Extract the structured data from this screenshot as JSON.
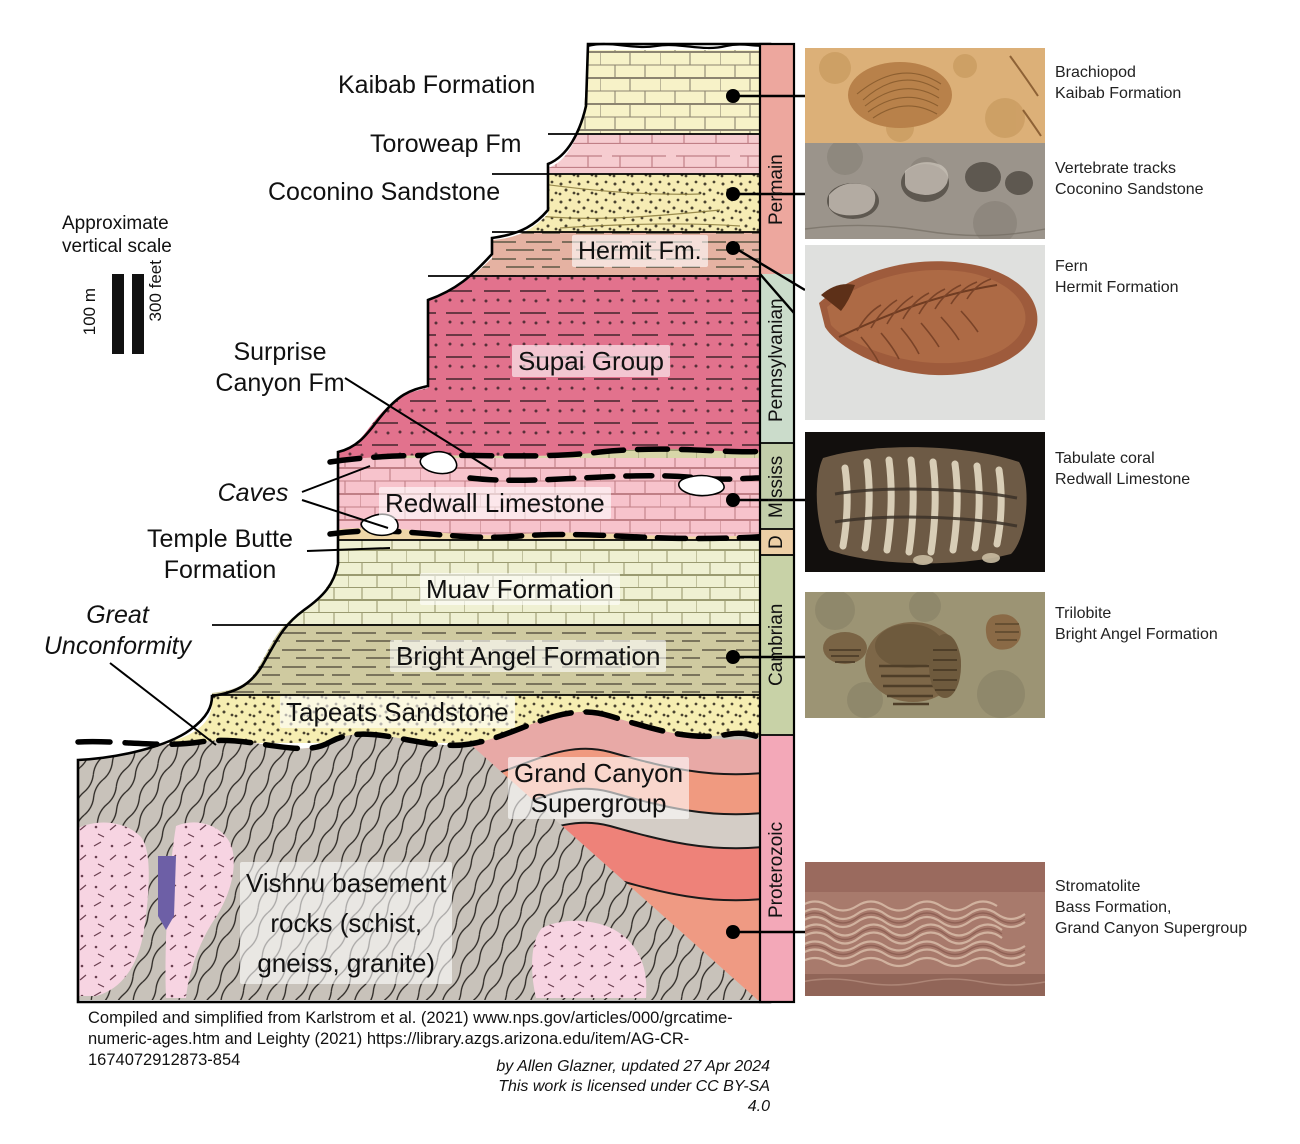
{
  "scale_bar": {
    "caption_line1": "Approximate",
    "caption_line2": "vertical scale",
    "metric_label": "100 m",
    "imperial_label": "300 feet"
  },
  "units": [
    {
      "id": "kaibab",
      "label": "Kaibab Formation",
      "lithology": "limestone",
      "color": "#f7f2c8"
    },
    {
      "id": "toroweap",
      "label": "Toroweap Fm",
      "lithology": "limestone",
      "color": "#f6ccd0"
    },
    {
      "id": "coconino",
      "label": "Coconino Sandstone",
      "lithology": "crossbed-sand",
      "color": "#f6ecb4"
    },
    {
      "id": "hermit",
      "label": "Hermit Fm.",
      "lithology": "shale",
      "color": "#e5b2a2"
    },
    {
      "id": "supai",
      "label": "Supai Group",
      "lithology": "sandy-shale",
      "color": "#e2728d"
    },
    {
      "id": "surprise",
      "label": "Surprise Canyon Fm",
      "lithology": "lens",
      "color": "#d8d6a8"
    },
    {
      "id": "redwall",
      "label": "Redwall Limestone",
      "lithology": "limestone",
      "color": "#f7c3cc"
    },
    {
      "id": "templebutte",
      "label": "Temple Butte Formation",
      "lithology": "lens",
      "color": "#efd7a8"
    },
    {
      "id": "muav",
      "label": "Muav Formation",
      "lithology": "limestone",
      "color": "#eff0d2"
    },
    {
      "id": "brightangel",
      "label": "Bright Angel Formation",
      "lithology": "shale",
      "color": "#cfcaa0"
    },
    {
      "id": "tapeats",
      "label": "Tapeats Sandstone",
      "lithology": "sandstone",
      "color": "#f6eeb2"
    },
    {
      "id": "supergroup",
      "label": "Grand Canyon Supergroup",
      "lithology": "tilted-beds",
      "color": "#ef8f7c"
    },
    {
      "id": "vishnu",
      "label": "Vishnu basement rocks (schist, gneiss, granite)",
      "lithology": "metamorphic",
      "color": "#c8c2ba"
    }
  ],
  "unit_label_lines": {
    "vishnu": [
      "Vishnu basement",
      "rocks (schist,",
      "gneiss, granite)"
    ],
    "supergroup": [
      "Grand Canyon",
      "Supergroup"
    ],
    "surprise": [
      "Surprise",
      "Canyon Fm"
    ],
    "templebutte": [
      "Temple Butte",
      "Formation"
    ],
    "great_unconformity": [
      "Great",
      "Unconformity"
    ]
  },
  "annotations": [
    {
      "id": "surprise-canyon",
      "text": "Surprise Canyon Fm",
      "style": "normal"
    },
    {
      "id": "caves",
      "text": "Caves",
      "style": "italic"
    },
    {
      "id": "temple-butte",
      "text": "Temple Butte Formation",
      "style": "normal"
    },
    {
      "id": "great-unconformity",
      "text": "Great Unconformity",
      "style": "italic"
    }
  ],
  "periods": [
    {
      "id": "permian",
      "label": "Permain",
      "color": "#eda79e"
    },
    {
      "id": "pennsylvanian",
      "label": "Pennsylvanian",
      "color": "#cbdccb"
    },
    {
      "id": "mississippian",
      "label": "Mississ",
      "color": "#c3ceaa"
    },
    {
      "id": "devonian",
      "label": "D",
      "color": "#edcfa6"
    },
    {
      "id": "cambrian",
      "label": "Cambrian",
      "color": "#c8d2a7"
    },
    {
      "id": "proterozoic",
      "label": "Proterozoic",
      "color": "#f3a8b8"
    }
  ],
  "photos": [
    {
      "id": "brachiopod",
      "caption": "Brachiopod\nKaibab Formation",
      "tone": "#d9ab72"
    },
    {
      "id": "tracks",
      "caption": "Vertebrate tracks\nCoconino Sandstone",
      "tone": "#9a938b"
    },
    {
      "id": "fern",
      "caption": "Fern\nHermit Formation",
      "tone": "#a0advertise"
    },
    {
      "id": "coral",
      "caption": "Tabulate coral\nRedwall Limestone",
      "tone": "#1b1714"
    },
    {
      "id": "trilobite",
      "caption": "Trilobite\nBright Angel Formation",
      "tone": "#9d9170"
    },
    {
      "id": "stromatolite",
      "caption": "Stromatolite\nBass Formation,\nGrand Canyon Supergroup",
      "tone": "#a9776a"
    }
  ],
  "footer": {
    "source": "Compiled and simplified from Karlstrom et al. (2021) www.nps.gov/articles/000/grcatime-numeric-ages.htm and Leighty (2021) https://library.azgs.arizona.edu/item/AG-CR-1674072912873-854",
    "credit_line1": "by Allen Glazner, updated 27 Apr 2024",
    "credit_line2": "This work is licensed under CC BY-SA 4.0"
  },
  "colors": {
    "outline": "#000000",
    "unconformity": "#000000",
    "background": "#ffffff"
  }
}
